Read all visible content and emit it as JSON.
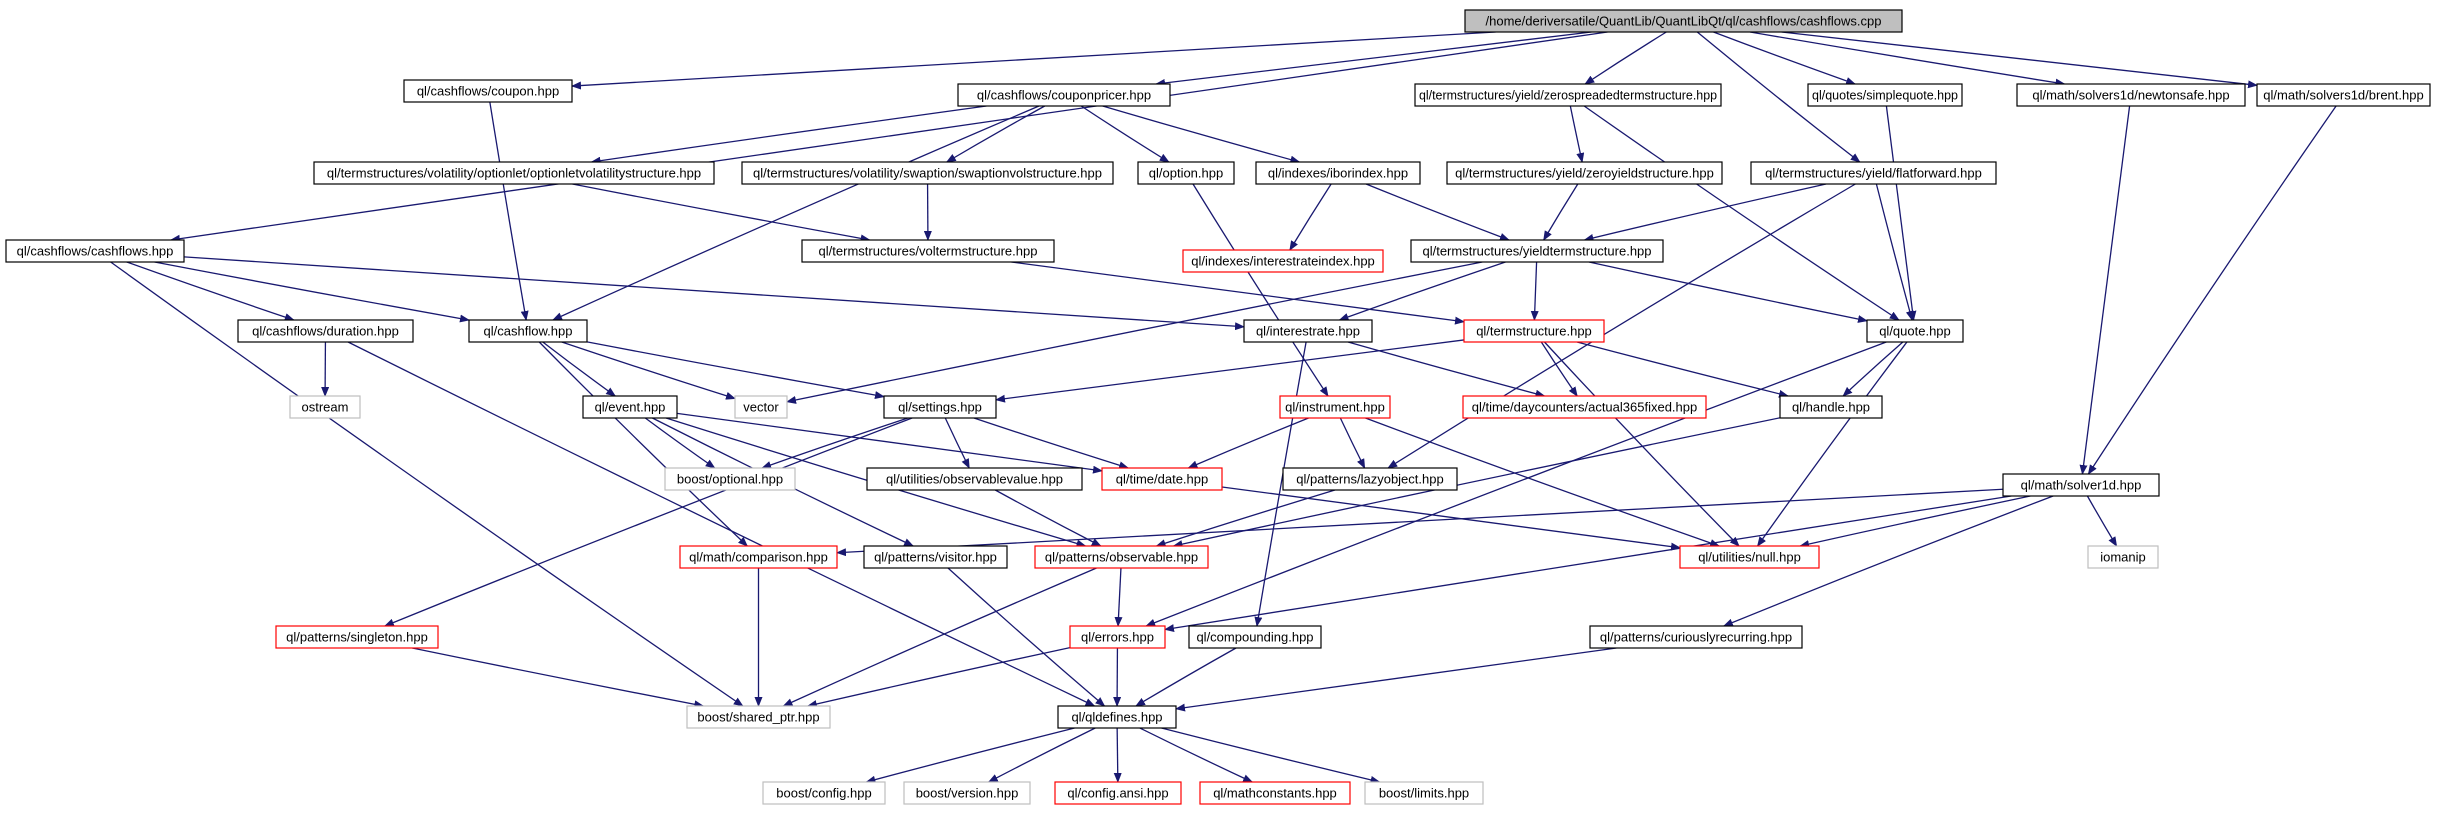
{
  "colors": {
    "edge": "#191970",
    "border_normal": "#000000",
    "border_red": "#ff0000",
    "border_gray": "#bfbfbf",
    "root_fill": "#bfbfbf",
    "node_fill": "#ffffff"
  },
  "nodes": [
    {
      "id": "root",
      "label": "/home/deriversatile/QuantLib/QuantLibQt/ql/cashflows/cashflows.cpp",
      "style": "root"
    },
    {
      "id": "coupon",
      "label": "ql/cashflows/coupon.hpp",
      "style": "normal"
    },
    {
      "id": "couponpricer",
      "label": "ql/cashflows/couponpricer.hpp",
      "style": "normal"
    },
    {
      "id": "zerospreaded",
      "label": "ql/termstructures/yield/zerospreadedtermstructure.hpp",
      "style": "normal"
    },
    {
      "id": "simplequote",
      "label": "ql/quotes/simplequote.hpp",
      "style": "normal"
    },
    {
      "id": "newtonsafe",
      "label": "ql/math/solvers1d/newtonsafe.hpp",
      "style": "normal"
    },
    {
      "id": "brent",
      "label": "ql/math/solvers1d/brent.hpp",
      "style": "normal"
    },
    {
      "id": "optionletvol",
      "label": "ql/termstructures/volatility/optionlet/optionletvolatilitystructure.hpp",
      "style": "normal"
    },
    {
      "id": "swaptionvol",
      "label": "ql/termstructures/volatility/swaption/swaptionvolstructure.hpp",
      "style": "normal"
    },
    {
      "id": "option",
      "label": "ql/option.hpp",
      "style": "normal"
    },
    {
      "id": "iborindex",
      "label": "ql/indexes/iborindex.hpp",
      "style": "normal"
    },
    {
      "id": "zeroyield",
      "label": "ql/termstructures/yield/zeroyieldstructure.hpp",
      "style": "normal"
    },
    {
      "id": "flatforward",
      "label": "ql/termstructures/yield/flatforward.hpp",
      "style": "normal"
    },
    {
      "id": "cashflowshpp",
      "label": "ql/cashflows/cashflows.hpp",
      "style": "normal"
    },
    {
      "id": "voltermstructure",
      "label": "ql/termstructures/voltermstructure.hpp",
      "style": "normal"
    },
    {
      "id": "interestrateindex",
      "label": "ql/indexes/interestrateindex.hpp",
      "style": "red"
    },
    {
      "id": "yieldterm",
      "label": "ql/termstructures/yieldtermstructure.hpp",
      "style": "normal"
    },
    {
      "id": "duration",
      "label": "ql/cashflows/duration.hpp",
      "style": "normal"
    },
    {
      "id": "cashflow",
      "label": "ql/cashflow.hpp",
      "style": "normal"
    },
    {
      "id": "interestrate",
      "label": "ql/interestrate.hpp",
      "style": "normal"
    },
    {
      "id": "termstructure",
      "label": "ql/termstructure.hpp",
      "style": "red"
    },
    {
      "id": "quote",
      "label": "ql/quote.hpp",
      "style": "normal"
    },
    {
      "id": "ostream",
      "label": "ostream",
      "style": "gray"
    },
    {
      "id": "vector",
      "label": "vector",
      "style": "gray"
    },
    {
      "id": "event",
      "label": "ql/event.hpp",
      "style": "normal"
    },
    {
      "id": "settings",
      "label": "ql/settings.hpp",
      "style": "normal"
    },
    {
      "id": "instrument",
      "label": "ql/instrument.hpp",
      "style": "red"
    },
    {
      "id": "actual365",
      "label": "ql/time/daycounters/actual365fixed.hpp",
      "style": "red"
    },
    {
      "id": "handle",
      "label": "ql/handle.hpp",
      "style": "normal"
    },
    {
      "id": "optional",
      "label": "boost/optional.hpp",
      "style": "gray"
    },
    {
      "id": "observablevalue",
      "label": "ql/utilities/observablevalue.hpp",
      "style": "normal"
    },
    {
      "id": "date",
      "label": "ql/time/date.hpp",
      "style": "red"
    },
    {
      "id": "lazyobject",
      "label": "ql/patterns/lazyobject.hpp",
      "style": "normal"
    },
    {
      "id": "solver1d",
      "label": "ql/math/solver1d.hpp",
      "style": "normal"
    },
    {
      "id": "comparison",
      "label": "ql/math/comparison.hpp",
      "style": "red"
    },
    {
      "id": "visitor",
      "label": "ql/patterns/visitor.hpp",
      "style": "normal"
    },
    {
      "id": "observable",
      "label": "ql/patterns/observable.hpp",
      "style": "red"
    },
    {
      "id": "null",
      "label": "ql/utilities/null.hpp",
      "style": "red"
    },
    {
      "id": "iomanip",
      "label": "iomanip",
      "style": "gray"
    },
    {
      "id": "singleton",
      "label": "ql/patterns/singleton.hpp",
      "style": "red"
    },
    {
      "id": "errors",
      "label": "ql/errors.hpp",
      "style": "red"
    },
    {
      "id": "compounding",
      "label": "ql/compounding.hpp",
      "style": "normal"
    },
    {
      "id": "curiously",
      "label": "ql/patterns/curiouslyrecurring.hpp",
      "style": "normal"
    },
    {
      "id": "sharedptr",
      "label": "boost/shared_ptr.hpp",
      "style": "gray"
    },
    {
      "id": "qldefines",
      "label": "ql/qldefines.hpp",
      "style": "normal"
    },
    {
      "id": "boostconfig",
      "label": "boost/config.hpp",
      "style": "gray"
    },
    {
      "id": "boostversion",
      "label": "boost/version.hpp",
      "style": "gray"
    },
    {
      "id": "configansi",
      "label": "ql/config.ansi.hpp",
      "style": "red"
    },
    {
      "id": "mathconstants",
      "label": "ql/mathconstants.hpp",
      "style": "red"
    },
    {
      "id": "boostlimits",
      "label": "boost/limits.hpp",
      "style": "gray"
    }
  ],
  "edges": [
    [
      "root",
      "coupon"
    ],
    [
      "root",
      "couponpricer"
    ],
    [
      "root",
      "zerospreaded"
    ],
    [
      "root",
      "simplequote"
    ],
    [
      "root",
      "newtonsafe"
    ],
    [
      "root",
      "brent"
    ],
    [
      "root",
      "cashflowshpp"
    ],
    [
      "root",
      "flatforward"
    ],
    [
      "coupon",
      "cashflow"
    ],
    [
      "couponpricer",
      "optionletvol"
    ],
    [
      "couponpricer",
      "swaptionvol"
    ],
    [
      "couponpricer",
      "option"
    ],
    [
      "couponpricer",
      "iborindex"
    ],
    [
      "couponpricer",
      "cashflow"
    ],
    [
      "zerospreaded",
      "zeroyield"
    ],
    [
      "zerospreaded",
      "quote"
    ],
    [
      "simplequote",
      "quote"
    ],
    [
      "newtonsafe",
      "solver1d"
    ],
    [
      "brent",
      "solver1d"
    ],
    [
      "swaptionvol",
      "voltermstructure"
    ],
    [
      "optionletvol",
      "voltermstructure"
    ],
    [
      "option",
      "instrument"
    ],
    [
      "iborindex",
      "interestrateindex"
    ],
    [
      "iborindex",
      "yieldterm"
    ],
    [
      "zeroyield",
      "yieldterm"
    ],
    [
      "flatforward",
      "yieldterm"
    ],
    [
      "flatforward",
      "quote"
    ],
    [
      "flatforward",
      "lazyobject"
    ],
    [
      "cashflowshpp",
      "duration"
    ],
    [
      "cashflowshpp",
      "cashflow"
    ],
    [
      "cashflowshpp",
      "interestrate"
    ],
    [
      "cashflowshpp",
      "sharedptr"
    ],
    [
      "voltermstructure",
      "termstructure"
    ],
    [
      "yieldterm",
      "vector"
    ],
    [
      "yieldterm",
      "interestrate"
    ],
    [
      "yieldterm",
      "termstructure"
    ],
    [
      "yieldterm",
      "quote"
    ],
    [
      "duration",
      "ostream"
    ],
    [
      "duration",
      "qldefines"
    ],
    [
      "cashflow",
      "event"
    ],
    [
      "cashflow",
      "vector"
    ],
    [
      "cashflow",
      "settings"
    ],
    [
      "cashflow",
      "comparison"
    ],
    [
      "interestrate",
      "actual365"
    ],
    [
      "interestrate",
      "compounding"
    ],
    [
      "termstructure",
      "settings"
    ],
    [
      "termstructure",
      "actual365"
    ],
    [
      "termstructure",
      "handle"
    ],
    [
      "termstructure",
      "null"
    ],
    [
      "quote",
      "handle"
    ],
    [
      "quote",
      "null"
    ],
    [
      "quote",
      "errors"
    ],
    [
      "event",
      "optional"
    ],
    [
      "event",
      "date"
    ],
    [
      "event",
      "visitor"
    ],
    [
      "event",
      "observable"
    ],
    [
      "settings",
      "optional"
    ],
    [
      "settings",
      "observablevalue"
    ],
    [
      "settings",
      "date"
    ],
    [
      "settings",
      "singleton"
    ],
    [
      "instrument",
      "date"
    ],
    [
      "instrument",
      "lazyobject"
    ],
    [
      "instrument",
      "null"
    ],
    [
      "handle",
      "observable"
    ],
    [
      "observablevalue",
      "observable"
    ],
    [
      "date",
      "null"
    ],
    [
      "lazyobject",
      "observable"
    ],
    [
      "solver1d",
      "comparison"
    ],
    [
      "solver1d",
      "null"
    ],
    [
      "solver1d",
      "iomanip"
    ],
    [
      "solver1d",
      "errors"
    ],
    [
      "solver1d",
      "curiously"
    ],
    [
      "comparison",
      "sharedptr"
    ],
    [
      "visitor",
      "qldefines"
    ],
    [
      "observable",
      "errors"
    ],
    [
      "observable",
      "sharedptr"
    ],
    [
      "singleton",
      "sharedptr"
    ],
    [
      "errors",
      "sharedptr"
    ],
    [
      "errors",
      "qldefines"
    ],
    [
      "compounding",
      "qldefines"
    ],
    [
      "curiously",
      "qldefines"
    ],
    [
      "qldefines",
      "boostconfig"
    ],
    [
      "qldefines",
      "boostversion"
    ],
    [
      "qldefines",
      "configansi"
    ],
    [
      "qldefines",
      "mathconstants"
    ],
    [
      "qldefines",
      "boostlimits"
    ]
  ]
}
